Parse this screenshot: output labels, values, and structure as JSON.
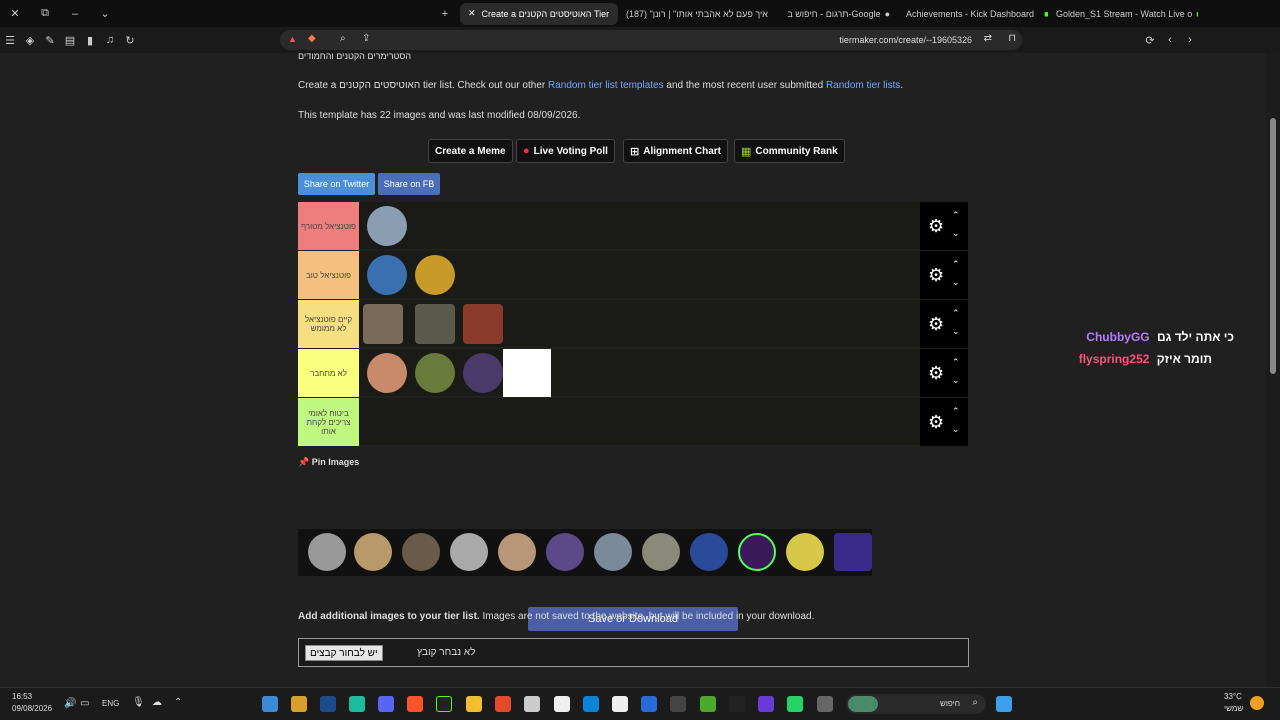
{
  "browser": {
    "tabs": [
      {
        "label": "Create a האוטיסטים הקטנים Tier",
        "active": true
      },
      {
        "label": "(187) \"איך פעם לא אהבתי אותו\" | רונן",
        "active": false
      },
      {
        "label": "תרגום - חיפוש ב-Google",
        "active": false
      },
      {
        "label": "Achievements - Kick Dashboard",
        "active": false
      },
      {
        "label": "Golden_S1 Stream - Watch Live o",
        "active": false
      }
    ],
    "url": "tiermaker.com/create/--19605326"
  },
  "page": {
    "heading_fragment": "הסטרימרים הקטנים והחמודים",
    "intro_prefix": "Create a האוטיסטים הקטנים tier list. Check out our other ",
    "intro_link1": "Random tier list templates",
    "intro_mid": " and the most recent user submitted ",
    "intro_link2": "Random tier lists",
    "intro_suffix": ".",
    "template_info": "This template has 22 images and was last modified 08/09/2026.",
    "buttons": {
      "create_meme": "Create a Meme",
      "live_poll": "Live Voting Poll",
      "alignment": "Alignment Chart",
      "community": "Community Rank"
    },
    "share": {
      "twitter": "Share on Twitter",
      "fb": "Share on FB"
    },
    "tiers": [
      {
        "label": "פוטנציאל מטורף",
        "color": "#ee7e7e",
        "images": 1
      },
      {
        "label": "פוטנציאל טוב",
        "color": "#f5bf7f",
        "images": 2
      },
      {
        "label": "קיים פוטנציאל לא ממומש",
        "color": "#f6df80",
        "images": 3
      },
      {
        "label": "לא מתחבר",
        "color": "#fbff7f",
        "images": 4
      },
      {
        "label": "ביטוח לאומי צריכים לקחת אותו",
        "color": "#bff77f",
        "images": 0
      }
    ],
    "pin_images_label": "Pin Images",
    "save_button": "Save or Download",
    "add_images_bold": "Add additional images to your tier list.",
    "add_images_rest": " Images are not saved to the website, but will be included in your download.",
    "file_button": "יש לבחור קבצים",
    "file_status": "לא נבחר קובץ"
  },
  "chat": [
    {
      "user": "ChubbyGG",
      "message": "כי אתה ילד גם",
      "color": "#b77bff"
    },
    {
      "user": "flyspring252",
      "message": "תומר איזק",
      "color": "#ff4f7b"
    }
  ],
  "taskbar": {
    "time": "16:53",
    "date": "09/08/2026",
    "lang": "ENG",
    "search": "חיפוש",
    "weather": "33°C",
    "weather_sub": "שמשי"
  }
}
